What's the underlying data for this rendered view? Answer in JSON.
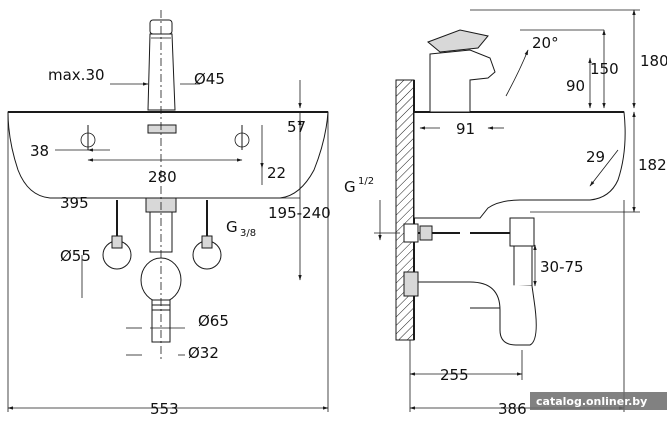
{
  "dimensions": {
    "max30": "max.30",
    "d45": "Ø45",
    "v57": "57",
    "v38": "38",
    "v280": "280",
    "v22": "22",
    "v395": "395",
    "v195_240": "195-240",
    "g38": "G",
    "g38_frac": "3/8",
    "d55": "Ø55",
    "d65": "Ø65",
    "d32": "Ø32",
    "v553": "553",
    "angle20": "20°",
    "v150": "150",
    "v180": "180",
    "v90": "90",
    "v91": "91",
    "v29": "29",
    "v182": "182",
    "g12": "G",
    "g12_frac": "1/2",
    "v30_75": "30-75",
    "v255": "255",
    "v386": "386"
  },
  "watermark": "catalog.onliner.by"
}
